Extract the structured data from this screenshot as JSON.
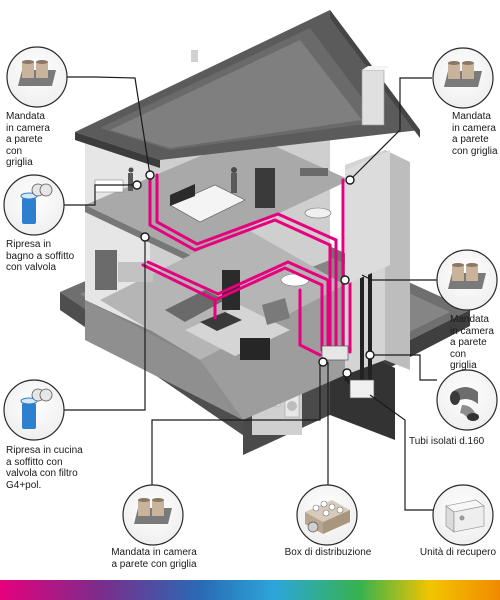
{
  "callouts": {
    "top_left": "Mandata\nin camera\na parete\ncon\ngriglia",
    "top_right": "Mandata\nin camera\na parete\ncon griglia",
    "bathroom": "Ripresa in\nbagno a soffitto\ncon valvola",
    "mid_right": "Mandata\nin camera\na parete con\ngriglia",
    "kitchen": "Ripresa in cucina\na soffitto con\nvalvola con filtro\nG4+pol.",
    "tubes": "Tubi isolati d.160",
    "bottom_left": "Mandata in camera\na parete con griglia",
    "box": "Box di distribuzione",
    "unit": "Unità di recupero"
  },
  "colors": {
    "duct": "#e6007e",
    "house_dark": "#5b5b5b",
    "house_mid": "#8a8a8a",
    "house_light": "#d9d9d9",
    "ground": "#6d6d6d",
    "bar_gradient": [
      "#e6007e",
      "#7b2d8b",
      "#2a6ab5",
      "#2ca6d9",
      "#37b24d",
      "#f2c500",
      "#f08a00"
    ]
  }
}
